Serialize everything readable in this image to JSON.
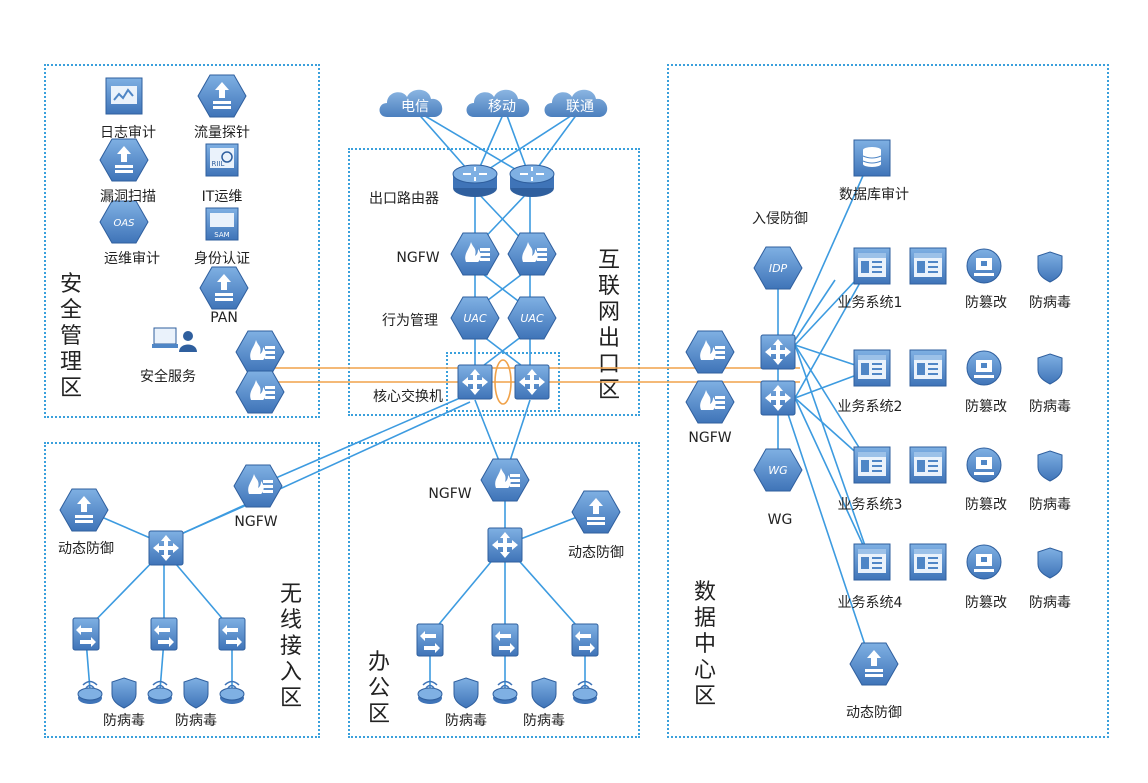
{
  "zones": {
    "security_mgmt": "安全管理区",
    "internet_exit": "互联网出口区",
    "wireless": "无线接入区",
    "office": "办公区",
    "datacenter": "数据中心区"
  },
  "clouds": {
    "telecom": "电信",
    "mobile": "移动",
    "unicom": "联通"
  },
  "labels": {
    "log_audit": "日志审计",
    "flow_probe": "流量探针",
    "vuln_scan": "漏洞扫描",
    "it_ops": "IT运维",
    "ops_audit": "运维审计",
    "identity": "身份认证",
    "pan": "PAN",
    "security_service": "安全服务",
    "exit_router": "出口路由器",
    "ngfw": "NGFW",
    "behavior_mgmt": "行为管理",
    "core_switch": "核心交换机",
    "ngfw_dc": "NGFW",
    "ngfw_office": "NGFW",
    "ngfw_wireless": "NGFW",
    "dynamic_defense": "动态防御",
    "antivirus": "防病毒",
    "anti_tamper": "防篡改",
    "intrusion": "入侵防御",
    "db_audit": "数据库审计",
    "wg": "WG",
    "biz1": "业务系统1",
    "biz2": "业务系统2",
    "biz3": "业务系统3",
    "biz4": "业务系统4"
  },
  "icon_text": {
    "uac": "UAC",
    "idp": "IDP",
    "wg": "WG",
    "oas": "OAS",
    "sam": "SAM",
    "rill": "RIIL"
  },
  "colors": {
    "icon_fill": "#4f86c6",
    "icon_dark": "#2f5f9e",
    "link": "#3d9be0",
    "orange": "#f0a24a",
    "zone_border": "#3aa0dc"
  }
}
